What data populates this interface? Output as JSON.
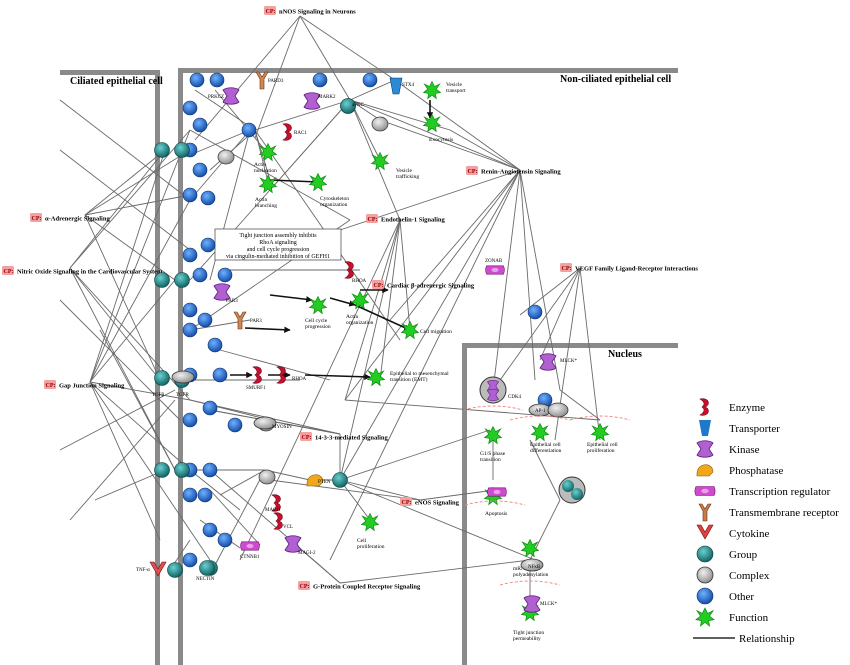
{
  "compartments": {
    "ciliated": "Ciliated epithelial cell",
    "nonciliated": "Non-ciliated epithelial cell",
    "nucleus": "Nucleus"
  },
  "cp_prefix": "CP:",
  "pathways": {
    "enos_neurons": "nNOS Signaling in Neurons",
    "alpha_adrenergic": "α-Adrenergic Signaling",
    "nitric_oxide": "Nitric Oxide Signaling in the Cardiovascular System",
    "gap_junction": "Gap Junction Signaling",
    "renin": "Renin-Angiotensin Signaling",
    "endothelin": "Endothelin-1 Signaling",
    "cardiac_b": "Cardiac β-adrenergic Signaling",
    "vegf": "VEGF Family Ligand-Receptor Interactions",
    "signaling_1433": "14-3-3-mediated Signaling",
    "enos": "eNOS Signaling",
    "gpcr": "G-Protein Coupled Receptor Signaling"
  },
  "annotation": {
    "line1": "Tight junction assembly inhibits",
    "line2": "RhoA signaling",
    "line3": "and cell cycle progression",
    "line4": "via cingulin-mediated inhibition of GEFH1"
  },
  "genes": {
    "prkcz": "PRKCZ",
    "pard3": "PARD3",
    "mark2": "MARK2",
    "apkc": "aPKC",
    "stx4": "STX4",
    "rac1": "RAC1",
    "rhoa": "RHOA",
    "rhoa2": "RHOA",
    "par3": "PAR3",
    "smurf1": "SMURF1",
    "tgfr": "TGFR",
    "tgfb": "TGFβ",
    "myosin": "MYOSIN",
    "pten": "PTEN",
    "magi1": "MAGI1",
    "vcl": "VCL",
    "ctnnb1": "CTNNB1",
    "magi2": "MAGI-2",
    "nectin": "NECTIN",
    "tnfa": "TNF-α",
    "zonab": "ZONAB",
    "cdk4": "CDK4",
    "ap1": "AP-1",
    "nfkb": "NFκB",
    "mlck": "MLCK*"
  },
  "functions": {
    "vesicle_transport": "Vesicle transport",
    "exocytosis": "Exocytosis",
    "vesicle_trafficking": "Vesicle trafficking",
    "actin_nucleation": "Actin nucleation",
    "actin_branching": "Actin branching",
    "cytoskeleton": "Cytoskeleton organization",
    "cell_cycle": "Cell cycle progression",
    "actin_organization": "Actin organization",
    "cell_migration": "Cell migration",
    "emt": "Epithelial to mesenchymal transition (EMT)",
    "g1s": "G1/S phase transition",
    "epi_diff": "Epithelial cell differentiation",
    "epi_prolif": "Epithelial cell proliferation",
    "apoptosis": "Apoptosis",
    "mrna": "mRNA polyadenylation",
    "cell_prolif": "Cell proliferation",
    "tight_junction": "Tight junction permeability"
  },
  "legend": [
    {
      "id": "enzyme",
      "label": "Enzyme"
    },
    {
      "id": "transporter",
      "label": "Transporter"
    },
    {
      "id": "kinase",
      "label": "Kinase"
    },
    {
      "id": "phosphatase",
      "label": "Phosphatase"
    },
    {
      "id": "transcription",
      "label": "Transcription regulator"
    },
    {
      "id": "receptor",
      "label": "Transmembrane receptor"
    },
    {
      "id": "cytokine",
      "label": "Cytokine"
    },
    {
      "id": "group",
      "label": "Group"
    },
    {
      "id": "complex",
      "label": "Complex"
    },
    {
      "id": "other",
      "label": "Other"
    },
    {
      "id": "function",
      "label": "Function"
    },
    {
      "id": "relationship",
      "label": "Relationship"
    }
  ],
  "colors": {
    "enzyme": "#c8102e",
    "transporter": "#1f78c8",
    "kinase": "#a040c0",
    "phosphatase": "#f0a818",
    "transcription": "#c030c0",
    "receptor": "#c87040",
    "cytokine": "#e04040",
    "group": "#1a8a8a",
    "complex": "#b0b0b0",
    "other": "#1565c0",
    "function": "#22cc22",
    "cp_fill": "#f4a0a0",
    "membrane": "#808080",
    "edge": "#6a6a6a"
  }
}
